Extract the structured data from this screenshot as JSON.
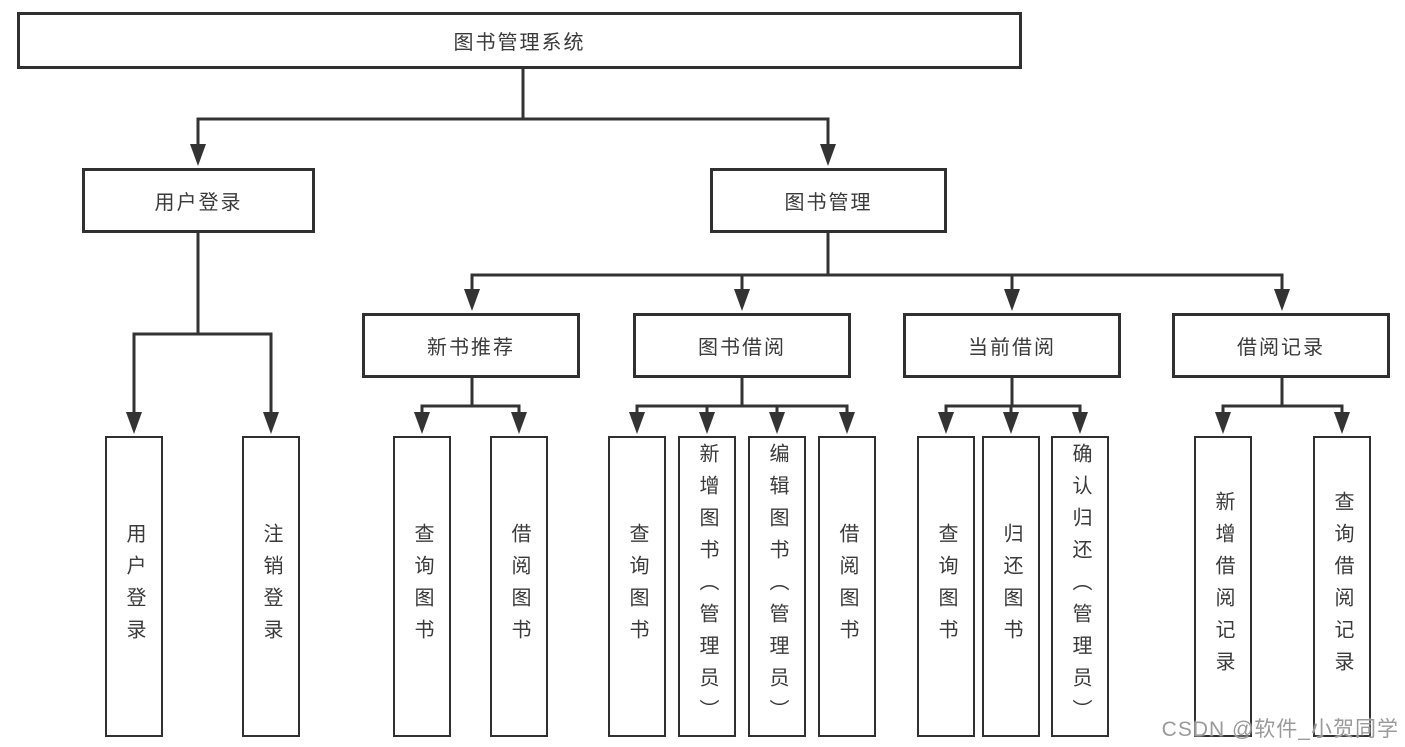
{
  "diagram": {
    "root": {
      "label": "图书管理系统"
    },
    "level2": [
      {
        "label": "用户登录"
      },
      {
        "label": "图书管理"
      }
    ],
    "level3": [
      {
        "label": "新书推荐"
      },
      {
        "label": "图书借阅"
      },
      {
        "label": "当前借阅"
      },
      {
        "label": "借阅记录"
      }
    ],
    "leaves": {
      "user_login": [
        {
          "label": "用户登录"
        },
        {
          "label": "注销登录"
        }
      ],
      "new_books": [
        {
          "label": "查询图书"
        },
        {
          "label": "借阅图书"
        }
      ],
      "book_borrow": [
        {
          "label": "查询图书"
        },
        {
          "label": "新增图书（管理员）"
        },
        {
          "label": "编辑图书（管理员）"
        },
        {
          "label": "借阅图书"
        }
      ],
      "current_borrow": [
        {
          "label": "查询图书"
        },
        {
          "label": "归还图书"
        },
        {
          "label": "确认归还（管理员）"
        }
      ],
      "borrow_records": [
        {
          "label": "新增借阅记录"
        },
        {
          "label": "查询借阅记录"
        }
      ]
    }
  },
  "watermark": {
    "text": "CSDN @软件_小贺同学"
  },
  "colors": {
    "line": "#333333",
    "text": "#3a3a3a",
    "watermark": "#9a9a9a",
    "background": "#ffffff"
  }
}
